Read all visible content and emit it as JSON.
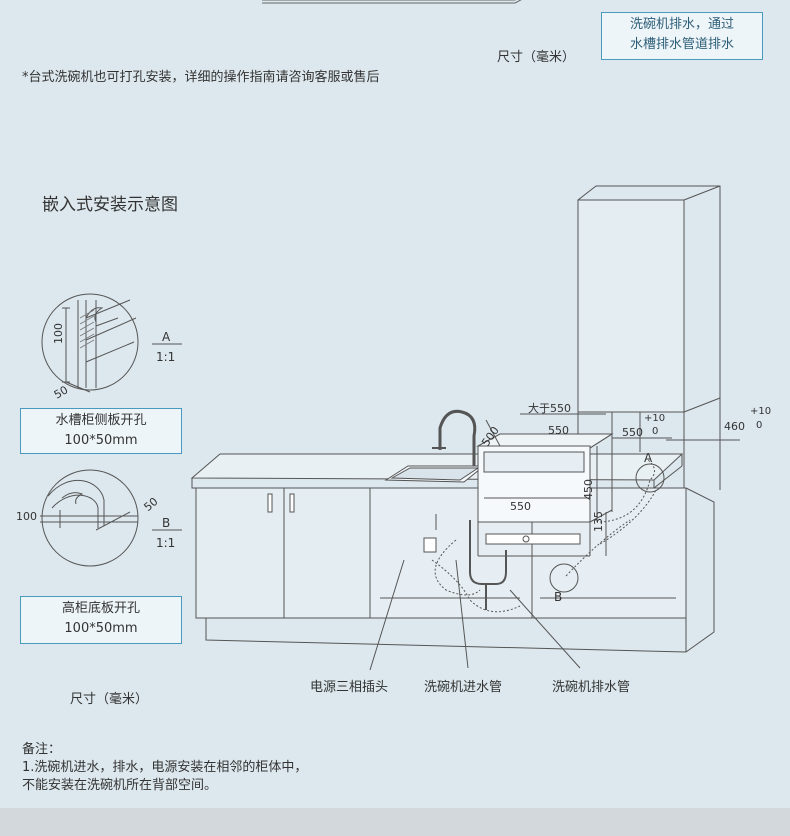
{
  "top": {
    "unit_label": "尺寸（毫米）",
    "drain_note_line1": "洗碗机排水，通过",
    "drain_note_line2": "水槽排水管道排水",
    "countertop_note": "*台式洗碗机也可打孔安装，详细的操作指南请咨询客服或售后"
  },
  "section": {
    "title": "嵌入式安装示意图"
  },
  "detail_a": {
    "label": "A",
    "scale": "1:1",
    "dim_100": "100",
    "dim_50": "50",
    "caption_line1": "水槽柜侧板开孔",
    "caption_line2": "100*50mm"
  },
  "detail_b": {
    "label": "B",
    "scale": "1:1",
    "dim_100": "100",
    "dim_50": "50",
    "caption_line1": "高柜底板开孔",
    "caption_line2": "100*50mm"
  },
  "dims": {
    "greater_550": "大于550",
    "d500": "500",
    "d550_top": "550",
    "d550_side": "550",
    "plus10": "+10",
    "zero": "0",
    "d460": "460",
    "d550_front": "550",
    "d450": "450",
    "d135": "135",
    "label_a": "A",
    "label_b": "B"
  },
  "callouts": {
    "power": "电源三相插头",
    "inlet": "洗碗机进水管",
    "drain": "洗碗机排水管"
  },
  "bottom": {
    "unit_label": "尺寸（毫米）",
    "note_title": "备注：",
    "note_line1": "1.洗碗机进水，排水，电源安装在相邻的柜体中，",
    "note_line2": "不能安装在洗碗机所在背部空间。"
  }
}
